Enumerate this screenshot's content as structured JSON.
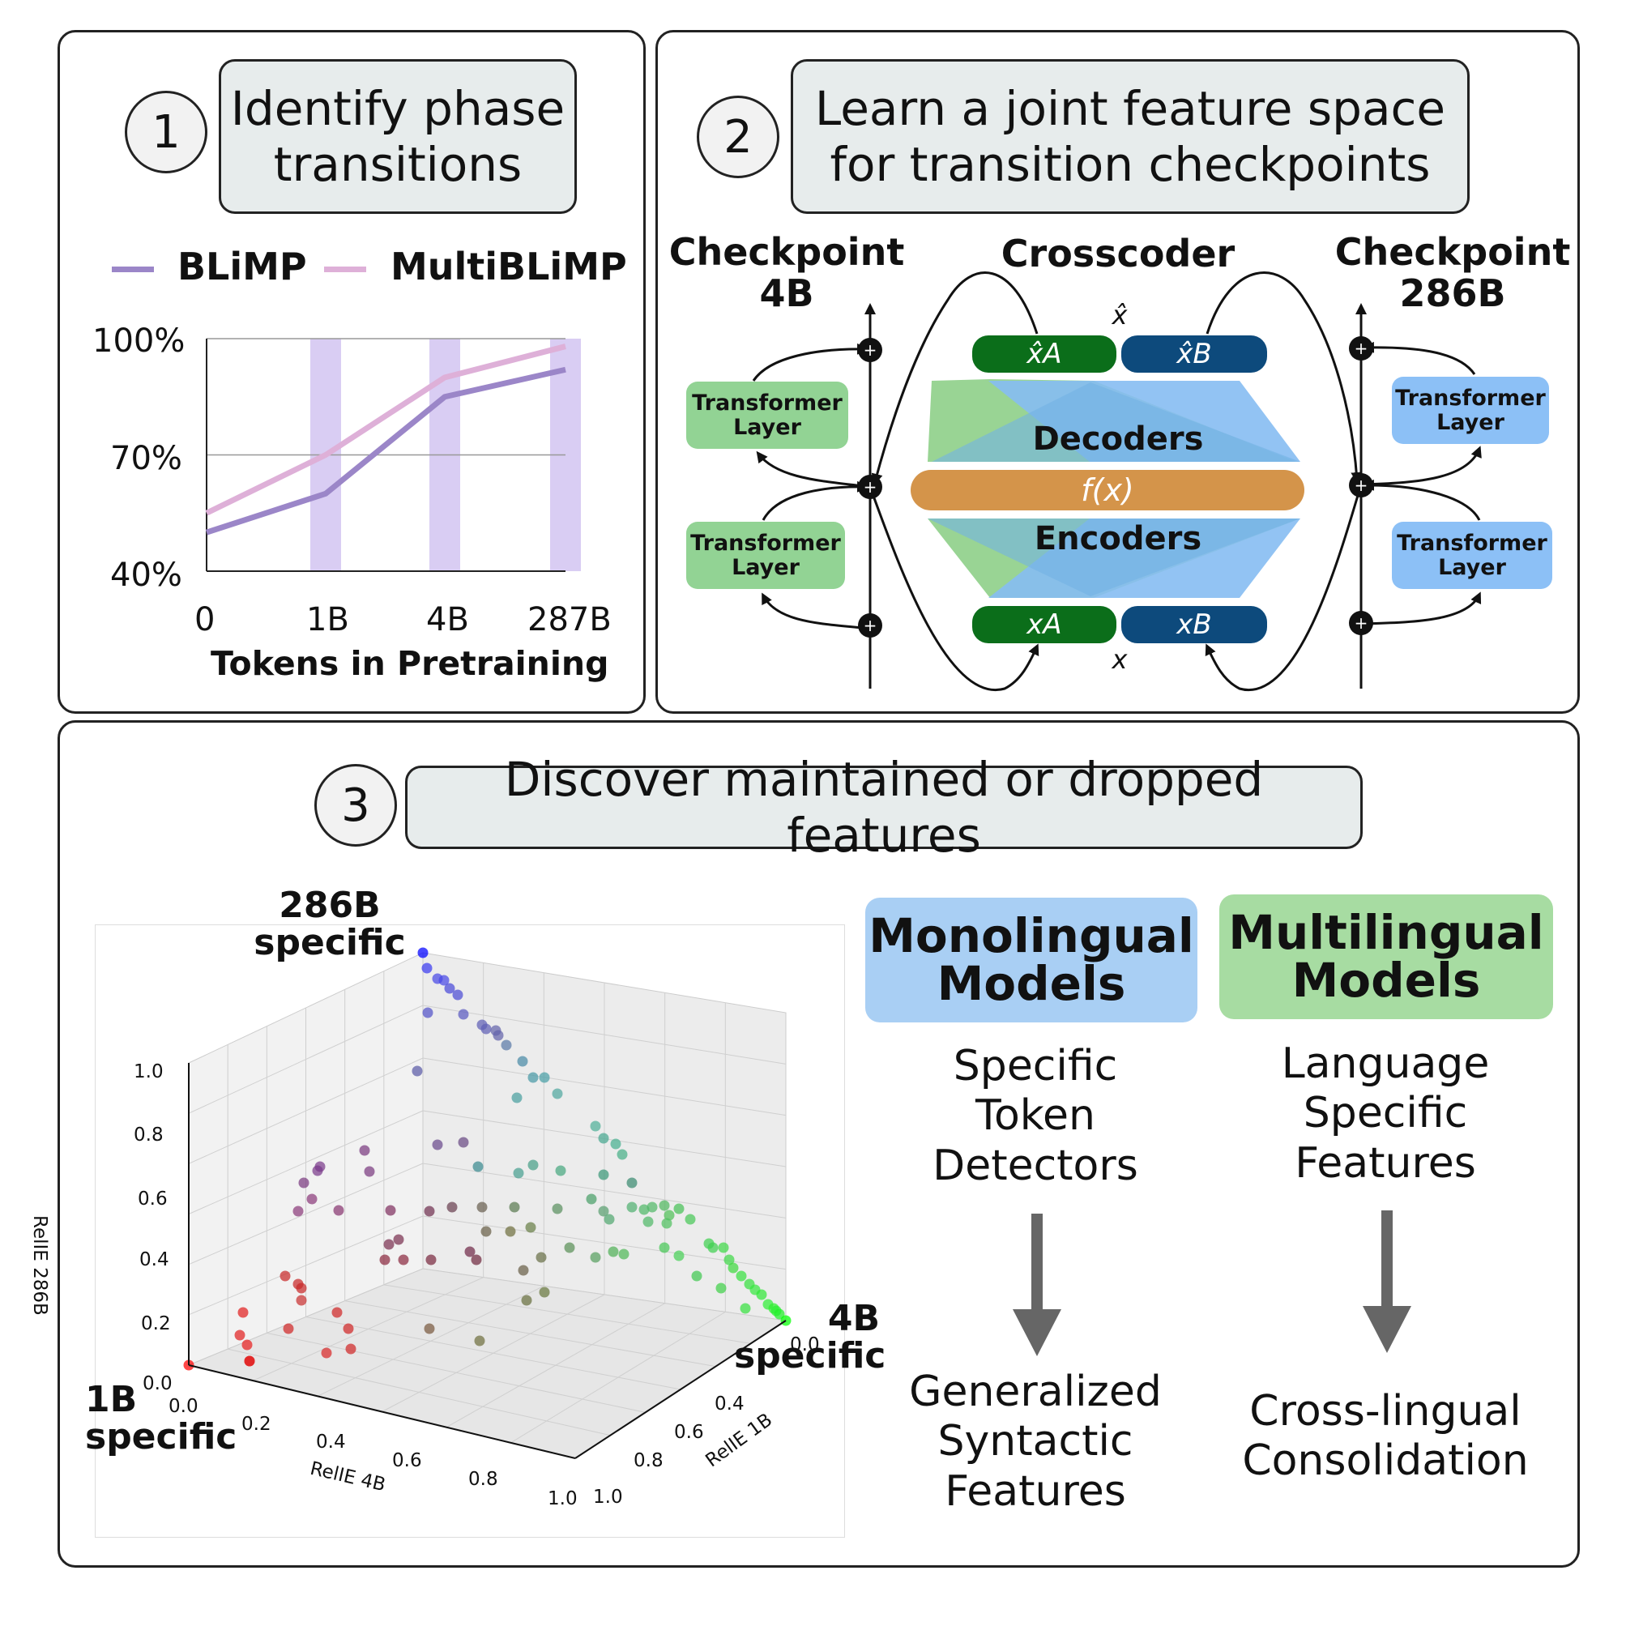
{
  "panel1": {
    "number": "1",
    "title_line1": "Identify phase",
    "title_line2": "transitions",
    "legend": [
      {
        "label": "BLiMP",
        "color": "#9b86c8"
      },
      {
        "label": "MultiBLiMP",
        "color": "#deb0d8"
      }
    ],
    "y_ticks": [
      "100%",
      "70%",
      "40%"
    ],
    "x_ticks": [
      "0",
      "1B",
      "4B",
      "287B"
    ],
    "xlabel": "Tokens in Pretraining"
  },
  "chart_data": {
    "type": "line",
    "categories": [
      "0",
      "1B",
      "4B",
      "287B"
    ],
    "series": [
      {
        "name": "BLiMP",
        "values": [
          50,
          60,
          85,
          92
        ],
        "color": "#9b86c8"
      },
      {
        "name": "MultiBLiMP",
        "values": [
          55,
          70,
          90,
          98
        ],
        "color": "#deb0d8"
      }
    ],
    "highlighted_categories": [
      "1B",
      "4B",
      "287B"
    ],
    "highlight_color": "#d9cdf3",
    "ylim": [
      40,
      100
    ],
    "y_ticks": [
      "100%",
      "70%",
      "40%"
    ],
    "xlabel": "Tokens in Pretraining",
    "ylabel": "",
    "grid": "horizontal",
    "legend_position": "top"
  },
  "panel2": {
    "number": "2",
    "title_line1": "Learn a joint feature space",
    "title_line2": "for transition checkpoints",
    "left_label_1": "Checkpoint",
    "left_label_2": "4B",
    "center_label": "Crosscoder",
    "right_label_1": "Checkpoint",
    "right_label_2": "286B",
    "transformer_line1": "Transformer",
    "transformer_line2": "Layer",
    "xhat": "x̂",
    "xhat_a": "x̂A",
    "xhat_b": "x̂B",
    "x": "x",
    "x_a": "xA",
    "x_b": "xB",
    "decoders": "Decoders",
    "encoders": "Encoders",
    "fx": "f(x)",
    "plus": "+"
  },
  "panel3": {
    "number": "3",
    "title": "Discover maintained or dropped features",
    "scatter": {
      "label_286b_1": "286B",
      "label_286b_2": "specific",
      "label_4b_1": "4B",
      "label_4b_2": "specific",
      "label_1b_1": "1B",
      "label_1b_2": "specific",
      "z_axis_label": "RelIE 286B",
      "x_axis_label": "RelIE 4B",
      "y_axis_label": "RelIE 1B",
      "z_ticks": [
        "0.0",
        "0.2",
        "0.4",
        "0.6",
        "0.8",
        "1.0"
      ],
      "x_ticks": [
        "0.0",
        "0.2",
        "0.4",
        "0.6",
        "0.8",
        "1.0"
      ],
      "y_ticks": [
        "0.0",
        "0.4",
        "0.6",
        "0.8",
        "1.0"
      ]
    },
    "mono": {
      "title_line1": "Monolingual",
      "title_line2": "Models",
      "color": "#a9cff4",
      "from_1": "Specific",
      "from_2": "Token",
      "from_3": "Detectors",
      "to_1": "Generalized",
      "to_2": "Syntactic",
      "to_3": "Features"
    },
    "multi": {
      "title_line1": "Multilingual",
      "title_line2": "Models",
      "color": "#a7dca2",
      "from_1": "Language",
      "from_2": "Specific",
      "from_3": "Features",
      "to_1": "Cross-lingual",
      "to_2": "Consolidation"
    }
  }
}
